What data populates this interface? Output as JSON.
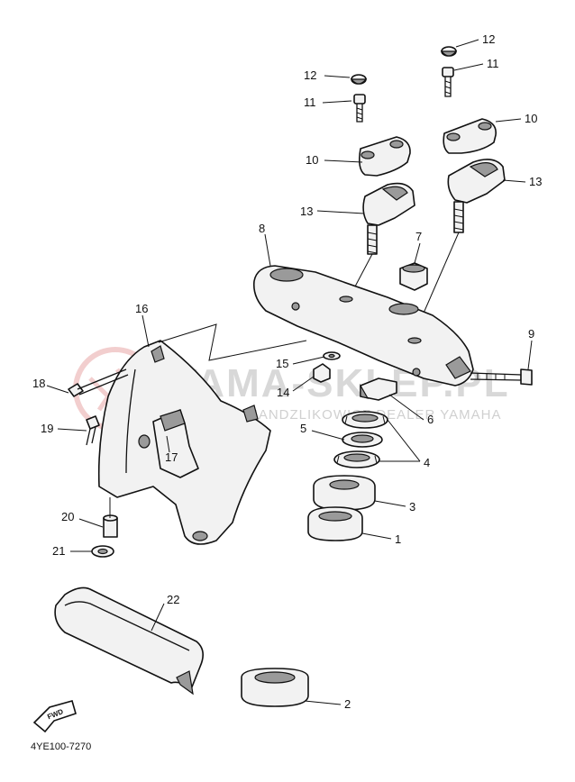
{
  "diagram_code": "4YE100-7270",
  "fwd_label": "FWD",
  "watermark": {
    "brand": "YAMA-SKLEP.PL",
    "subtitle": "HANDZLIKOWICZ DEALER YAMAHA"
  },
  "colors": {
    "watermark_logo": "#e9a7a7",
    "line": "#111111"
  },
  "callouts": [
    {
      "id": "c12a",
      "text": "12"
    },
    {
      "id": "c11a",
      "text": "11"
    },
    {
      "id": "c10a",
      "text": "10"
    },
    {
      "id": "c13a",
      "text": "13"
    },
    {
      "id": "c12b",
      "text": "12"
    },
    {
      "id": "c11b",
      "text": "11"
    },
    {
      "id": "c10b",
      "text": "10"
    },
    {
      "id": "c13b",
      "text": "13"
    },
    {
      "id": "c8",
      "text": "8"
    },
    {
      "id": "c7",
      "text": "7"
    },
    {
      "id": "c9",
      "text": "9"
    },
    {
      "id": "c16",
      "text": "16"
    },
    {
      "id": "c15",
      "text": "15"
    },
    {
      "id": "c14",
      "text": "14"
    },
    {
      "id": "c6",
      "text": "6"
    },
    {
      "id": "c5",
      "text": "5"
    },
    {
      "id": "c4",
      "text": "4"
    },
    {
      "id": "c3",
      "text": "3"
    },
    {
      "id": "c1",
      "text": "1"
    },
    {
      "id": "c18",
      "text": "18"
    },
    {
      "id": "c19",
      "text": "19"
    },
    {
      "id": "c17",
      "text": "17"
    },
    {
      "id": "c20",
      "text": "20"
    },
    {
      "id": "c21",
      "text": "21"
    },
    {
      "id": "c22",
      "text": "22"
    },
    {
      "id": "c2",
      "text": "2"
    }
  ]
}
